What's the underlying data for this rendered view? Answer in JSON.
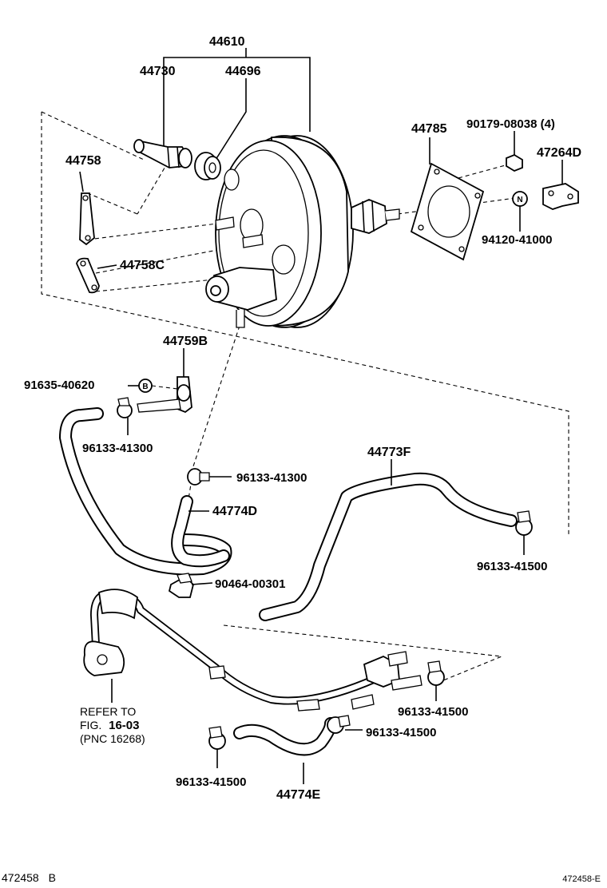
{
  "diagram": {
    "labels": {
      "assy": "44610",
      "check_valve": "44730",
      "grommet": "44696",
      "gasket": "44785",
      "nut_a": "90179-08038 (4)",
      "bracket_d": "47264D",
      "nut_b": "94120-41000",
      "stay": "44758",
      "stay_c": "44758C",
      "union_b": "44759B",
      "bolt_b": "91635-40620",
      "clip_1": "96133-41300",
      "clip_2": "96133-41300",
      "hose_d": "44774D",
      "clamp_90464": "90464-00301",
      "hose_f": "44773F",
      "clip_3": "96133-41500",
      "clip_4": "96133-41500",
      "clip_5": "96133-41500",
      "clip_6": "96133-41500",
      "hose_e": "44774E"
    },
    "badges": {
      "b": "B",
      "n": "N"
    },
    "refer": {
      "line1": "REFER TO",
      "line2_prefix": "FIG.",
      "line2_fig": "16-03",
      "line3": "(PNC 16268)"
    },
    "footer": {
      "left_code": "472458",
      "left_suffix": "B",
      "right_code": "472458-E"
    }
  }
}
